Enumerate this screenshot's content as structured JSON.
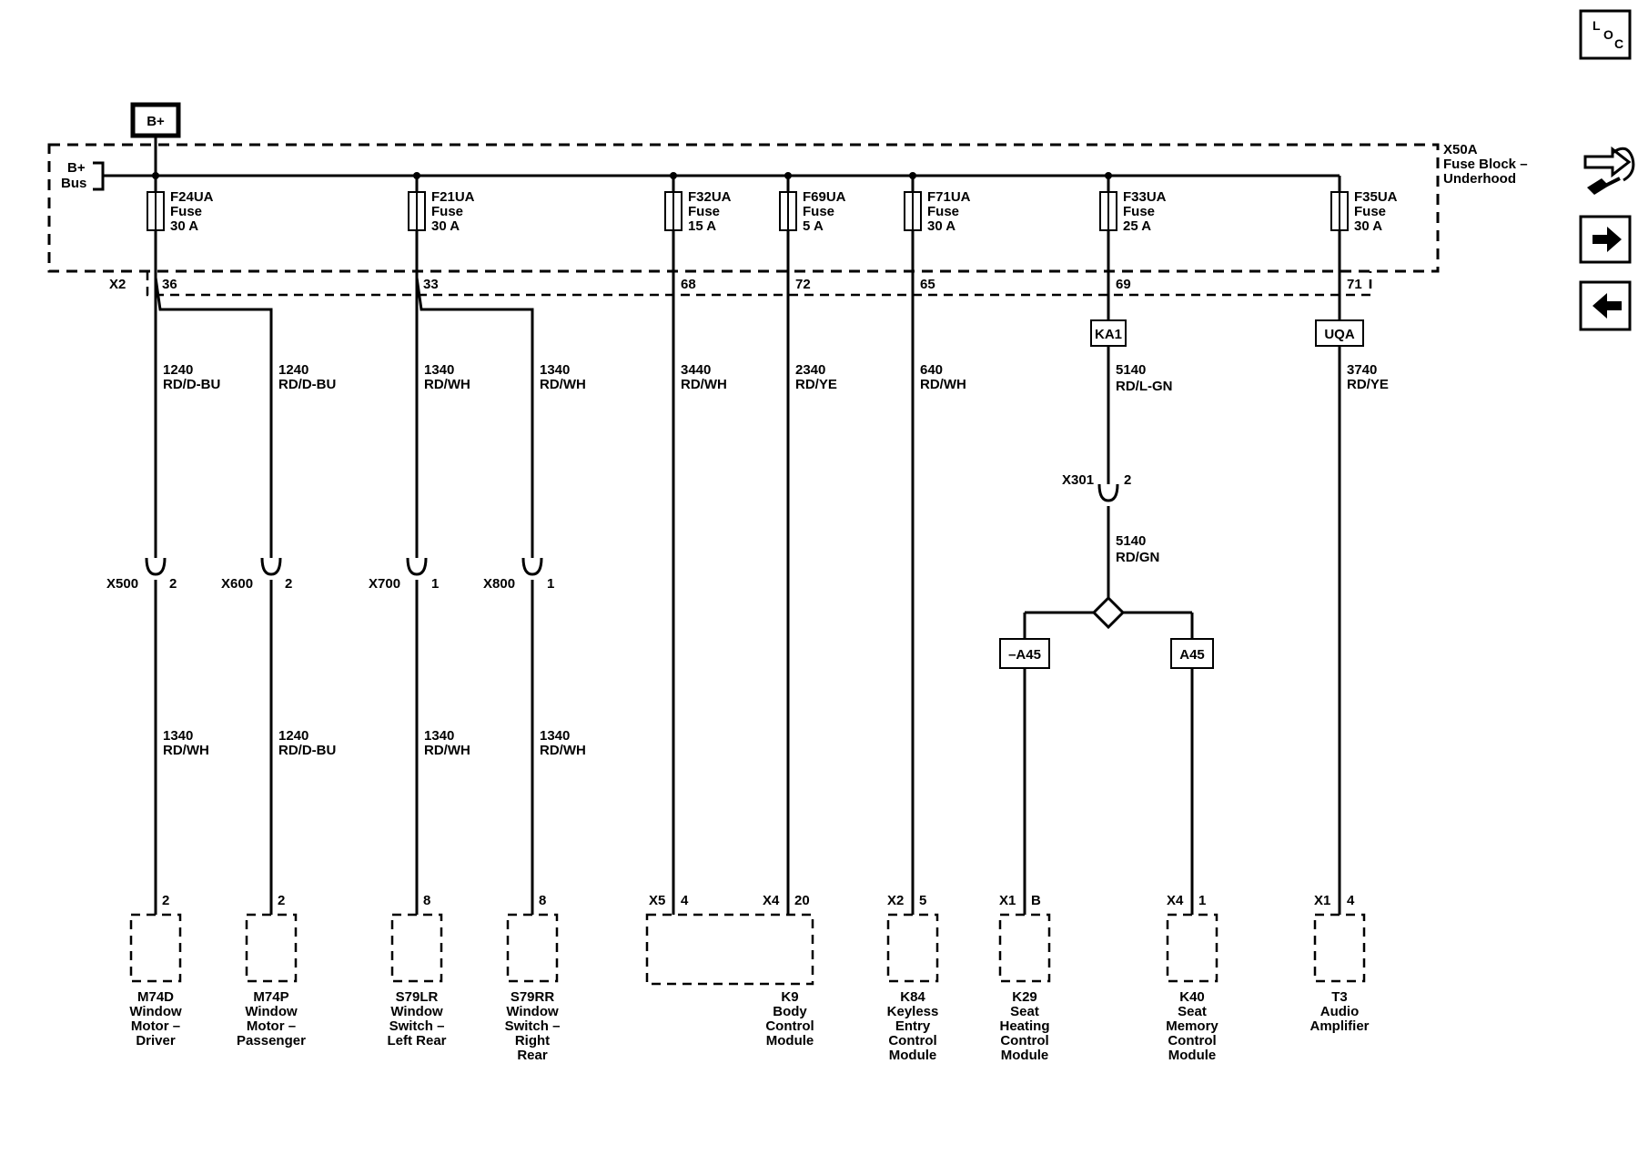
{
  "power": {
    "source": "B+",
    "bus": [
      "B+",
      "Bus"
    ]
  },
  "fuse_block": {
    "id": "X50A",
    "name": [
      "Fuse Block –",
      "Underhood"
    ],
    "connector": "X2"
  },
  "fuses": [
    {
      "id": "F24UA",
      "type": "Fuse",
      "rating": "30 A",
      "pin": "36"
    },
    {
      "id": "F21UA",
      "type": "Fuse",
      "rating": "30 A",
      "pin": "33"
    },
    {
      "id": "F32UA",
      "type": "Fuse",
      "rating": "15 A",
      "pin": "68"
    },
    {
      "id": "F69UA",
      "type": "Fuse",
      "rating": "5 A",
      "pin": "72"
    },
    {
      "id": "F71UA",
      "type": "Fuse",
      "rating": "30 A",
      "pin": "65"
    },
    {
      "id": "F33UA",
      "type": "Fuse",
      "rating": "25 A",
      "pin": "69"
    },
    {
      "id": "F35UA",
      "type": "Fuse",
      "rating": "30 A",
      "pin": "71"
    }
  ],
  "wires_upper": [
    {
      "circuit": "1240",
      "color": "RD/D-BU"
    },
    {
      "circuit": "1240",
      "color": "RD/D-BU"
    },
    {
      "circuit": "1340",
      "color": "RD/WH"
    },
    {
      "circuit": "1340",
      "color": "RD/WH"
    },
    {
      "circuit": "3440",
      "color": "RD/WH"
    },
    {
      "circuit": "2340",
      "color": "RD/YE"
    },
    {
      "circuit": "640",
      "color": "RD/WH"
    },
    {
      "circuit": "5140",
      "color": "RD/L-GN"
    },
    {
      "circuit": "3740",
      "color": "RD/YE"
    }
  ],
  "inline_connectors": [
    {
      "id": "X500",
      "pin": "2"
    },
    {
      "id": "X600",
      "pin": "2"
    },
    {
      "id": "X700",
      "pin": "1"
    },
    {
      "id": "X800",
      "pin": "1"
    },
    {
      "id": "X301",
      "pin": "2"
    }
  ],
  "wires_lower": [
    {
      "circuit": "1340",
      "color": "RD/WH"
    },
    {
      "circuit": "1240",
      "color": "RD/D-BU"
    },
    {
      "circuit": "1340",
      "color": "RD/WH"
    },
    {
      "circuit": "1340",
      "color": "RD/WH"
    }
  ],
  "wire_x301": {
    "circuit": "5140",
    "color": "RD/GN"
  },
  "options": [
    "KA1",
    "UQA",
    "–A45",
    "A45"
  ],
  "component_pins": [
    {
      "conn": "",
      "pin": "2"
    },
    {
      "conn": "",
      "pin": "2"
    },
    {
      "conn": "",
      "pin": "8"
    },
    {
      "conn": "",
      "pin": "8"
    },
    {
      "conn": "X5",
      "pin": "4"
    },
    {
      "conn": "X4",
      "pin": "20"
    },
    {
      "conn": "X2",
      "pin": "5"
    },
    {
      "conn": "X1",
      "pin": "B"
    },
    {
      "conn": "X4",
      "pin": "1"
    },
    {
      "conn": "X1",
      "pin": "4"
    }
  ],
  "components": [
    {
      "lines": [
        "M74D",
        "Window",
        "Motor –",
        "Driver"
      ]
    },
    {
      "lines": [
        "M74P",
        "Window",
        "Motor –",
        "Passenger"
      ]
    },
    {
      "lines": [
        "S79LR",
        "Window",
        "Switch –",
        "Left Rear"
      ]
    },
    {
      "lines": [
        "S79RR",
        "Window",
        "Switch –",
        "Right",
        "Rear"
      ]
    },
    {
      "lines": [
        "K9",
        "Body",
        "Control",
        "Module"
      ]
    },
    {
      "lines": [
        "K84",
        "Keyless",
        "Entry",
        "Control",
        "Module"
      ]
    },
    {
      "lines": [
        "K29",
        "Seat",
        "Heating",
        "Control",
        "Module"
      ]
    },
    {
      "lines": [
        "K40",
        "Seat",
        "Memory",
        "Control",
        "Module"
      ]
    },
    {
      "lines": [
        "T3",
        "Audio",
        "Amplifier"
      ]
    }
  ],
  "nav": {
    "loc_letters": [
      "L",
      "O",
      "C"
    ],
    "icons": [
      "connector-view-icon",
      "next-page-arrow-icon",
      "previous-page-arrow-icon"
    ]
  }
}
